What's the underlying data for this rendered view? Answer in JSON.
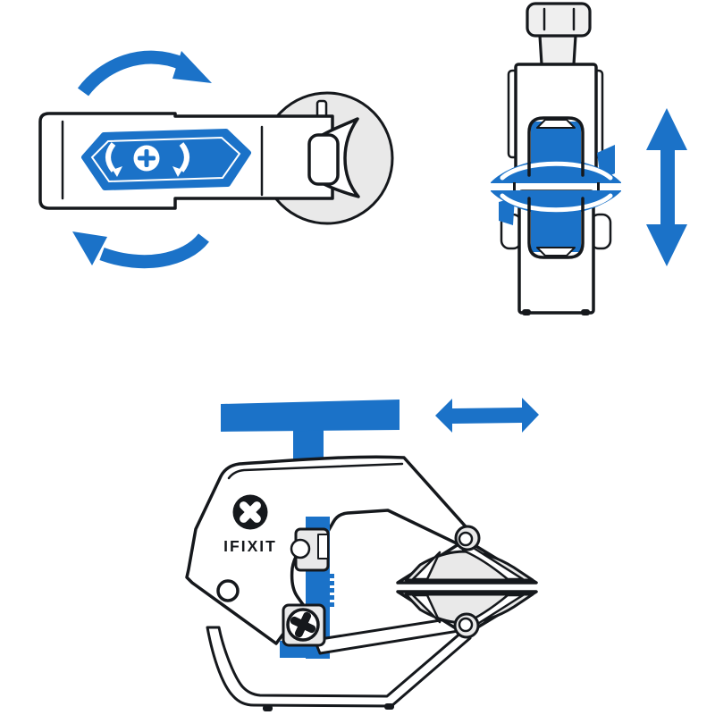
{
  "page": {
    "background": "#ffffff"
  },
  "colors": {
    "blue": "#1b72c8",
    "ink": "#15181c",
    "gray": "#e9e9e9",
    "gray_light": "#efefef",
    "white": "#ffffff"
  },
  "views": {
    "top_view": {
      "icons": {
        "rotate_clockwise_arrow_top": "curved blue arrow pointing right",
        "rotate_clockwise_arrow_bottom": "curved blue arrow pointing left",
        "dial_plus": "plus sign in white circle",
        "dial_rotation_glyphs": "left and right curved rotation marks"
      }
    },
    "front_view": {
      "icons": {
        "vertical_motion_arrow": "blue up-down double-headed arrow"
      }
    },
    "main_view": {
      "brand_text": "IFIXIT",
      "icons": {
        "horizontal_motion_arrow": "blue left-right double-headed arrow",
        "ifixit_logo": "black circle with white rounded X",
        "phillips_screw": "phillips cross screw head"
      }
    }
  }
}
